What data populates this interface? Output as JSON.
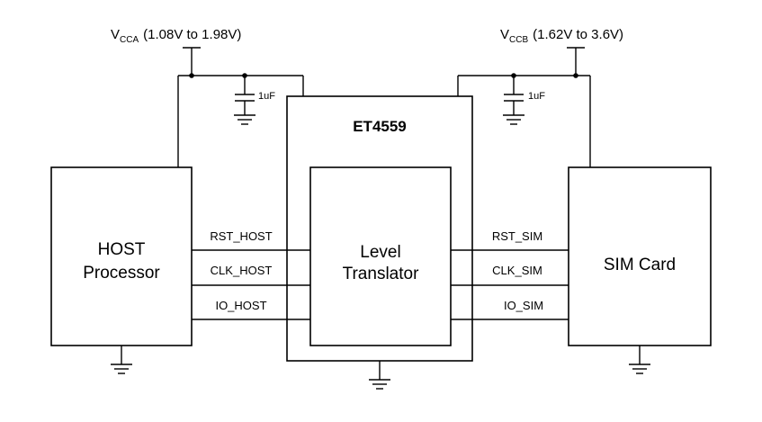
{
  "supplies": {
    "vcca": {
      "main": "V",
      "sub": "CCA",
      "range": "(1.08V to 1.98V)"
    },
    "vccb": {
      "main": "V",
      "sub": "CCB",
      "range": "(1.62V to 3.6V)"
    }
  },
  "capacitors": {
    "left": "1uF",
    "right": "1uF"
  },
  "chip": {
    "name": "ET4559"
  },
  "blocks": {
    "host": {
      "line1": "HOST",
      "line2": "Processor"
    },
    "translator": {
      "line1": "Level",
      "line2": "Translator"
    },
    "sim": {
      "line1": "SIM Card"
    }
  },
  "signals": {
    "host_side": [
      "RST_HOST",
      "CLK_HOST",
      "IO_HOST"
    ],
    "sim_side": [
      "RST_SIM",
      "CLK_SIM",
      "IO_SIM"
    ]
  }
}
